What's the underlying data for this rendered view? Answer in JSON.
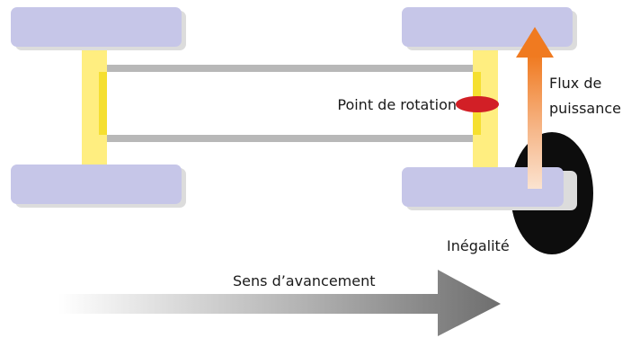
{
  "labels": {
    "rotation_point": "Point de rotation",
    "power_flow_line1": "Flux de",
    "power_flow_line2": "puissance",
    "unevenness": "Inégalité",
    "direction": "Sens d’avancement"
  },
  "colors": {
    "wheel": "#c6c6e8",
    "wheel_shadow": "#dcdcdc",
    "axle": "#ffee80",
    "axle_edge": "#f5df30",
    "frame": "#b8b8b8",
    "rotation_point": "#d21f26",
    "power_flow_arrow": "#f07a20",
    "obstacle": "#0d0d0d",
    "direction_arrow": "#7a7a7a"
  }
}
